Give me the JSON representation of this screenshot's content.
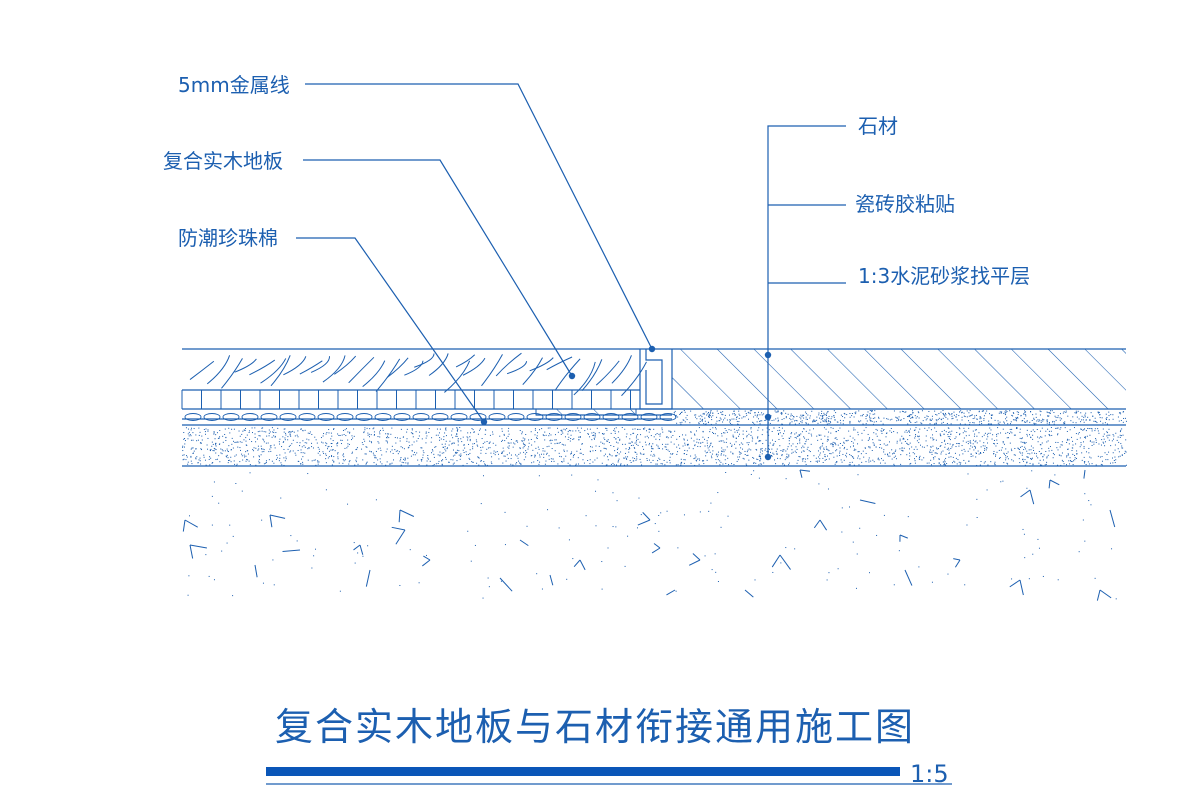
{
  "colors": {
    "ink": "#1c5fb0",
    "accent": "#0a56b8",
    "background": "#ffffff"
  },
  "labels_left": {
    "metal_strip": "5mm金属线",
    "laminate_floor": "复合实木地板",
    "foam_pad": "防潮珍珠棉"
  },
  "labels_right": {
    "stone": "石材",
    "tile_adhesive": "瓷砖胶粘贴",
    "mortar_screed": "1:3水泥砂浆找平层"
  },
  "title": "复合实木地板与石材衔接通用施工图",
  "scale": "1:5"
}
